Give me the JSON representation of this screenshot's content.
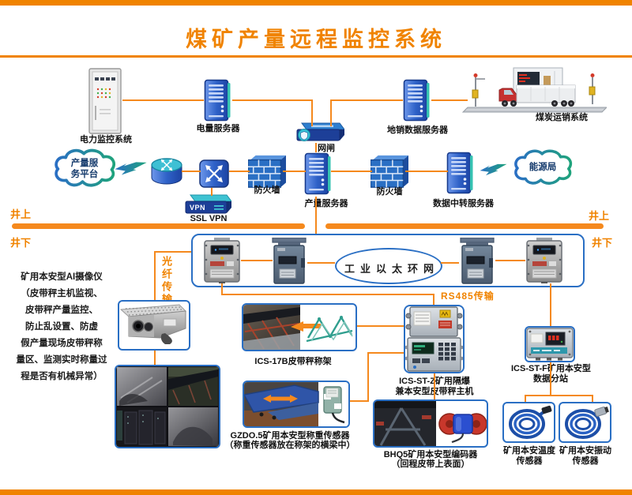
{
  "title": "煤矿产量远程监控系统",
  "colors": {
    "accent": "#F08300",
    "line": "#F5891D",
    "box_border": "#2A6FC4"
  },
  "surface": {
    "power_monitor": "电力监控系统",
    "power_server": "电量服务器",
    "net_gap": "网闸",
    "sales_server": "地销数据服务器",
    "coal_sales": "煤炭运销系统",
    "cloud_platform": [
      "产量服",
      "务平台"
    ],
    "firewall_left": "防火墙",
    "firewall_right": "防火墙",
    "vpn_text": "VPN",
    "ssl_vpn": "SSL VPN",
    "prod_server": "产量服务器",
    "relay_server": "数据中转服务器",
    "cloud_energy": "能源局"
  },
  "band": {
    "up_left": "井上",
    "down_left": "井下",
    "up_right": "井上",
    "down_right": "井下"
  },
  "underground": {
    "ring": "工业以太环网",
    "fiber": "光纤传输",
    "rs485": "RS485传输",
    "camera_desc": [
      "矿用本安型AI摄像仪",
      "（皮带秤主机监视、",
      "皮带秤产量监控、",
      "防止乱设置、防虚",
      "假产量现场皮带秤称",
      "量区、监测实时称量过",
      "程是否有机械异常）"
    ],
    "ics17b": "ICS-17B皮带秤称架",
    "gzdo": [
      "GZDO.5矿用本安型称重传感器",
      "（称重传感器放在称架的横梁中）"
    ],
    "host": [
      "ICS-ST-Z矿用隔爆",
      "兼本安型皮带秤主机"
    ],
    "bhq5": [
      "BHQ5矿用本安型编码器",
      "（回程皮带上表面）"
    ],
    "substation": [
      "ICS-ST-F矿用本安型",
      "数据分站"
    ],
    "temp_sensor": [
      "矿用本安温度",
      "传感器"
    ],
    "vib_sensor": [
      "矿用本安振动",
      "传感器"
    ]
  }
}
